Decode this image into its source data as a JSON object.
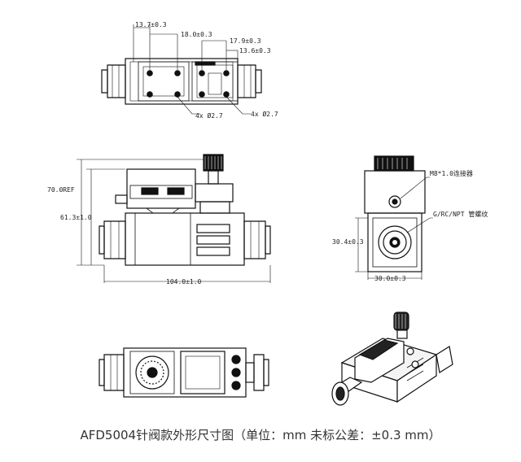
{
  "top_view": {
    "dims": {
      "d1": "13.7±0.3",
      "d2": "18.0±0.3",
      "d3": "17.9±0.3",
      "d4": "13.6±0.3",
      "hole_left": "4x Ø2.7",
      "hole_right": "4x Ø2.7"
    }
  },
  "front_view": {
    "dims": {
      "height_total": "70.0REF",
      "height_body": "61.3±1.0",
      "length": "104.0±1.0"
    }
  },
  "side_view": {
    "dims": {
      "connector": "M8*1.0连接器",
      "thread": "G/RC/NPT 管螺纹",
      "height": "30.4±0.3",
      "width": "30.0±0.3"
    }
  },
  "caption": "AFD5004针阀款外形尺寸图（单位：mm 未标公差：±0.3 mm）"
}
